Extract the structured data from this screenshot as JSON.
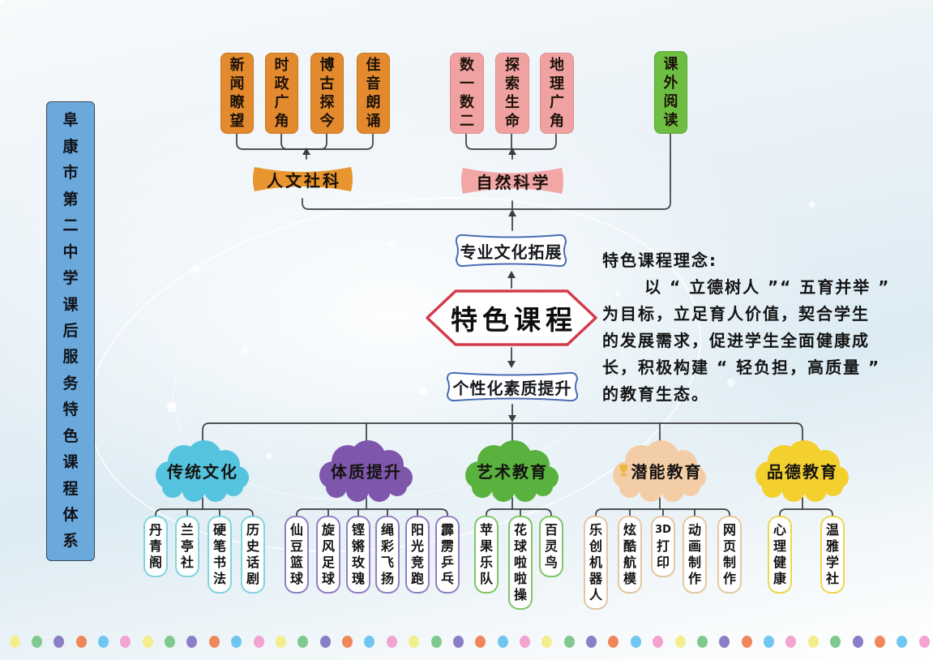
{
  "sidebar_title": {
    "text": "阜康市第二中学课后服务特色课程体系",
    "fill": "#6BA8DC"
  },
  "center": {
    "root_label": "特色课程",
    "upper_label": "专业文化拓展",
    "lower_label": "个性化素质提升",
    "root_border": "#D53A4A",
    "branch_border": "#4A6BB5"
  },
  "top_groups": [
    {
      "name": "人文社科",
      "fill": "#E8952F",
      "box_fill": "#E38A2F",
      "box_border": "#C9771F",
      "courses": [
        "新闻瞭望",
        "时政广角",
        "博古探今",
        "佳音朗诵"
      ]
    },
    {
      "name": "自然科学",
      "fill": "#F2A6A6",
      "box_fill": "#F0A2A2",
      "box_border": "#DE8F90",
      "courses": [
        "数一数二",
        "探索生命",
        "地理广角"
      ]
    }
  ],
  "extra_course": {
    "label": "课外阅读",
    "fill": "#6FBE44",
    "border": "#5CA833"
  },
  "philosophy": {
    "title": "特色课程理念:",
    "lines": [
      "以 “ 立德树人 ”“ 五育并举 ”",
      "为目标，立足育人价值，契合学生",
      "的发展需求，促进学生全面健康成",
      "长，积极构建 “ 轻负担，高质量 ”",
      "的教育生态。"
    ]
  },
  "bottom_groups": [
    {
      "name": "传统文化",
      "cloud_fill": "#55C4DF",
      "leaf_border": "#82D5DF",
      "icon": null,
      "items": [
        "丹青阁",
        "兰亭社",
        "硬笔书法",
        "历史话剧"
      ]
    },
    {
      "name": "体质提升",
      "cloud_fill": "#7E57AD",
      "leaf_border": "#9180C1",
      "icon": null,
      "items": [
        "仙豆篮球",
        "旋风足球",
        "铿锵玫瑰",
        "绳彩飞扬",
        "阳光竞跑",
        "霹雳乒乓"
      ]
    },
    {
      "name": "艺术教育",
      "cloud_fill": "#58B23D",
      "leaf_border": "#82C56B",
      "icon": null,
      "items": [
        "苹果乐队",
        "花球啦啦操",
        "百灵鸟"
      ]
    },
    {
      "name": "潜能教育",
      "cloud_fill": "#F3CDA6",
      "leaf_border": "#E5C6A3",
      "icon": "trophy-icon",
      "items": [
        "乐创机器人",
        "炫酷航模",
        "3D打印",
        "动画制作",
        "网页制作"
      ]
    },
    {
      "name": "品德教育",
      "cloud_fill": "#F3D02E",
      "leaf_border": "#EBD84E",
      "icon": null,
      "items": [
        "心理健康",
        "温雅学社"
      ]
    }
  ],
  "dots": {
    "cycle_colors": [
      "#F3EE8B",
      "#7FC98E",
      "#8A7FC6",
      "#F0875A",
      "#6FC6F0",
      "#F2A3CF"
    ],
    "count": 42
  },
  "line_color": "#3D3D3D"
}
